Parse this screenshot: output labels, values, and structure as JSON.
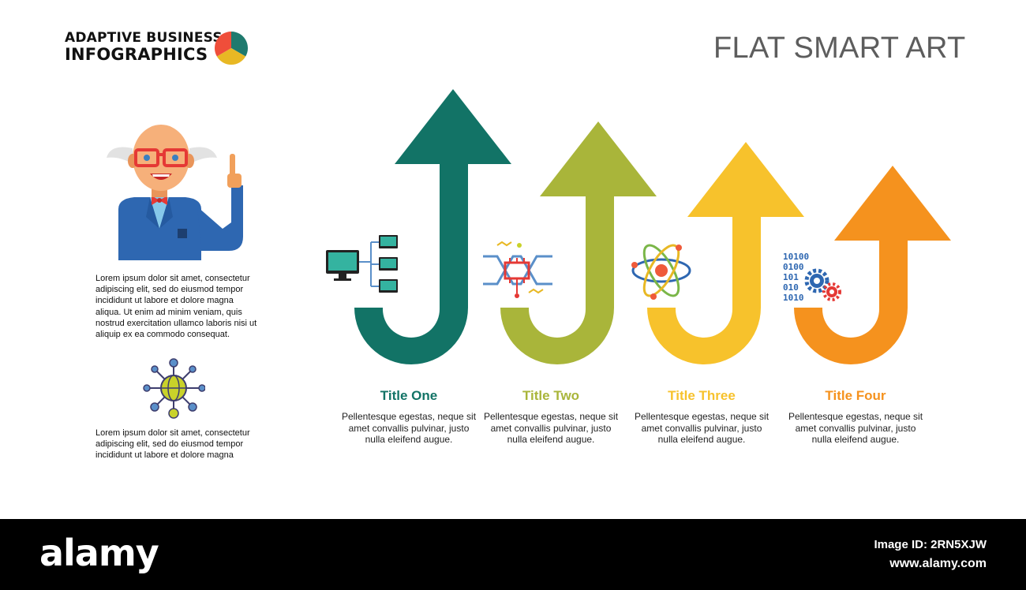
{
  "brand": {
    "line1": "ADAPTIVE BUSINESS",
    "line2": "INFOGRAPHICS",
    "pie_colors": [
      "#1f7a6e",
      "#e8b824",
      "#ef4e3a"
    ]
  },
  "page_title": "FLAT SMART ART",
  "sidebar": {
    "text_1": "Lorem ipsum dolor sit amet, consectetur adipiscing elit, sed do eiusmod tempor incididunt ut labore et dolore magna aliqua. Ut enim ad minim veniam, quis nostrud exercitation ullamco laboris nisi ut aliquip ex ea commodo consequat.",
    "text_2": "Lorem ipsum dolor sit amet, consectetur adipiscing elit, sed do eiusmod tempor incididunt ut labore et dolore magna"
  },
  "steps": [
    {
      "title": "Title One",
      "desc": "Pellentesque egestas, neque sit amet convallis pulvinar, justo nulla eleifend augue.",
      "color": "#127366",
      "icon": "computer-network-icon"
    },
    {
      "title": "Title Two",
      "desc": "Pellentesque egestas, neque sit amet convallis pulvinar, justo nulla eleifend augue.",
      "color": "#a9b53a",
      "icon": "circuit-chip-icon"
    },
    {
      "title": "Title Three",
      "desc": "Pellentesque egestas, neque sit amet convallis pulvinar, justo nulla eleifend augue.",
      "color": "#f7c22c",
      "icon": "atom-icon"
    },
    {
      "title": "Title Four",
      "desc": "Pellentesque egestas, neque sit amet convallis pulvinar, justo nulla eleifend augue.",
      "color": "#f5921e",
      "icon": "binary-gears-icon"
    }
  ],
  "icon_texts": {
    "binary": [
      "10100",
      "0100",
      "101",
      "010",
      "1010"
    ]
  },
  "footer": {
    "logo": "alamy",
    "image_id": "Image ID: 2RN5XJW",
    "url": "www.alamy.com"
  }
}
